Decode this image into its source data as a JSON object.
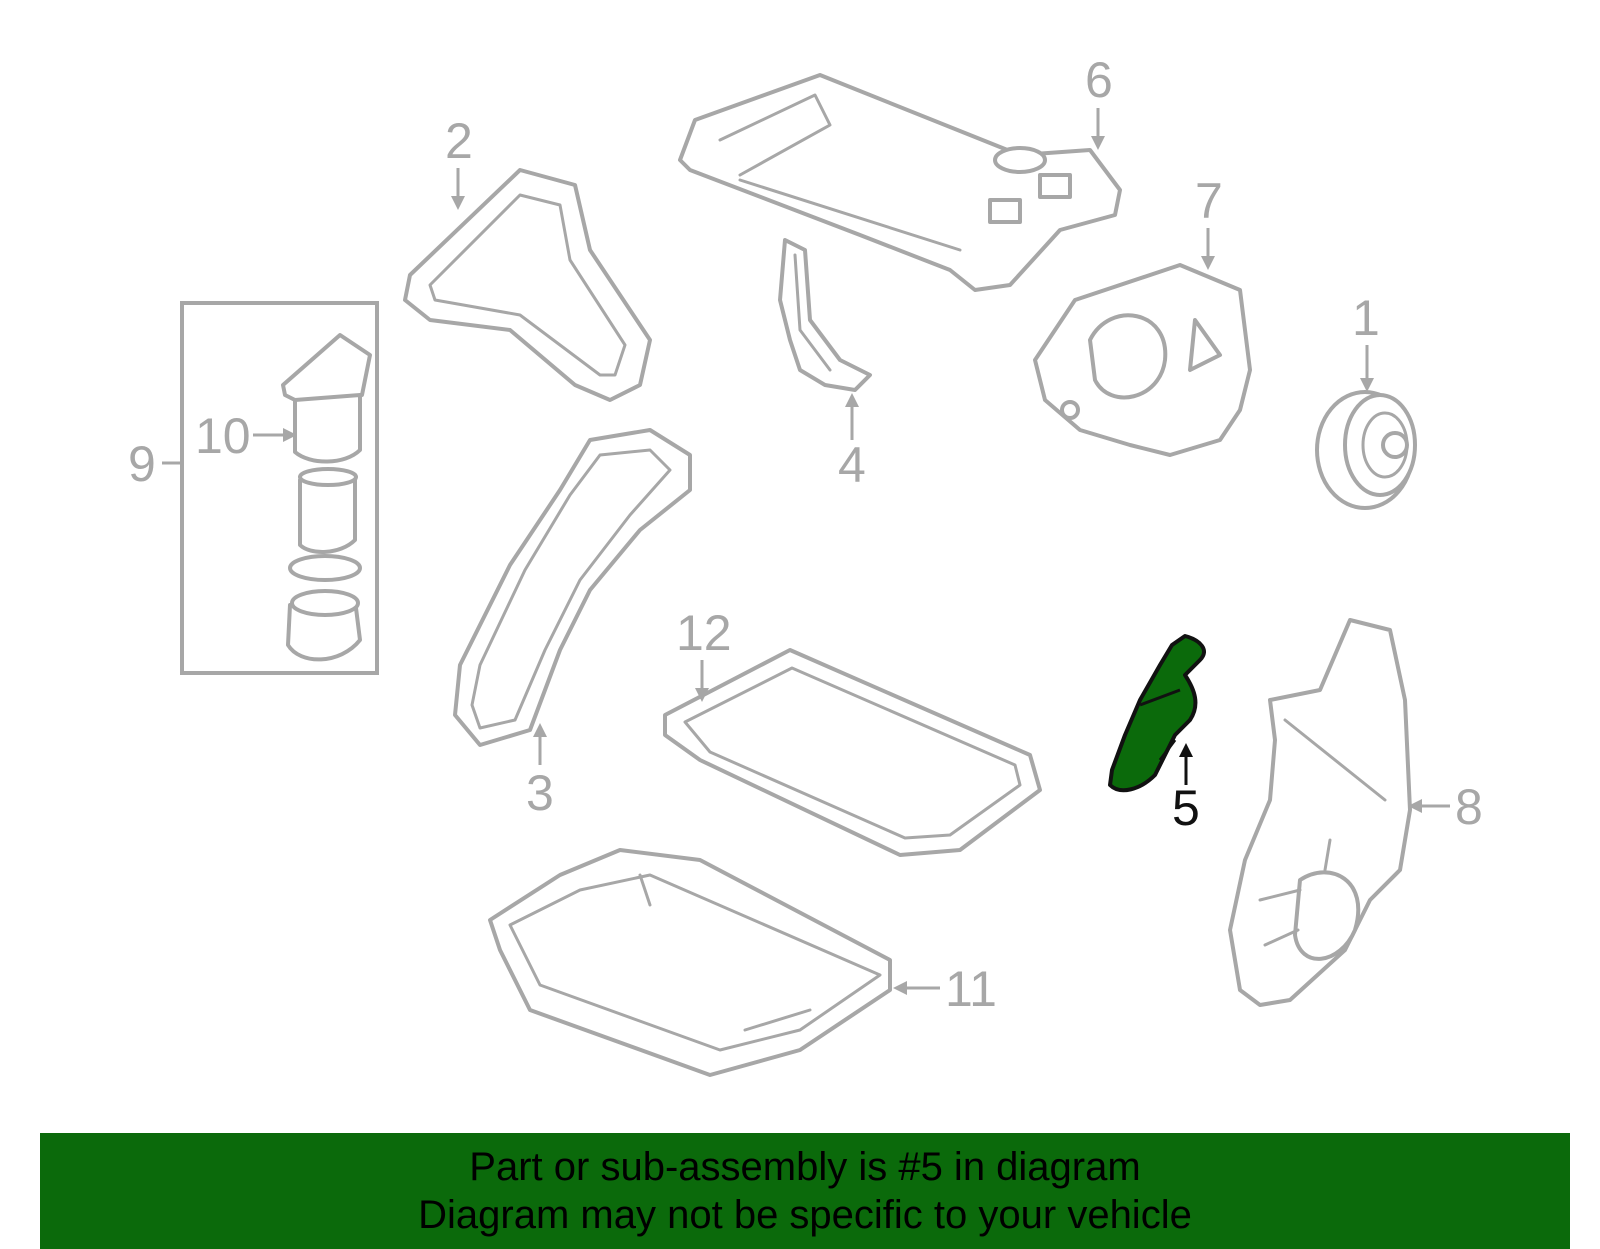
{
  "callouts": {
    "c1": "1",
    "c2": "2",
    "c3": "3",
    "c4": "4",
    "c5": "5",
    "c6": "6",
    "c7": "7",
    "c8": "8",
    "c9": "9",
    "c10": "10",
    "c11": "11",
    "c12": "12"
  },
  "highlighted_part": "5",
  "colors": {
    "highlight_fill": "#0b6a0b",
    "line_gray": "#a7a7a7",
    "banner_bg": "#0b6a0b"
  },
  "banner": {
    "line1": "Part or sub-assembly is #5 in diagram",
    "line2": "Diagram may not be specific to your vehicle"
  }
}
